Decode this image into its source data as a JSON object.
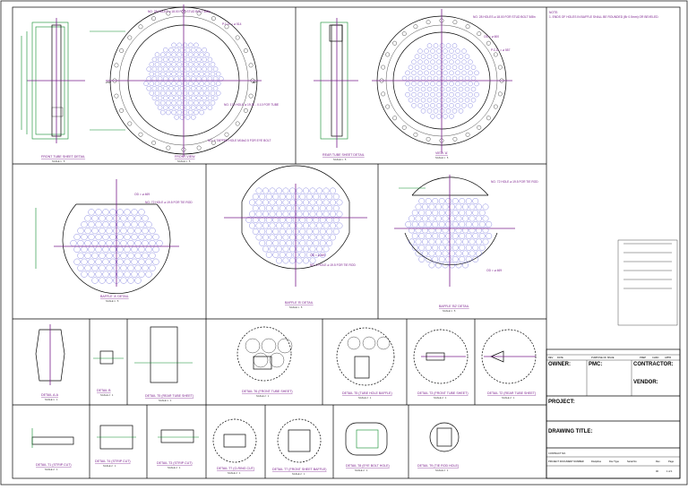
{
  "notes": {
    "title": "NOTE:",
    "line1": "1. ENDS OF HOLES IN BAFFLE SHALL BE ROUNDED (Br 0.5mm) OR BEVELED."
  },
  "views": {
    "front_tubesheet": {
      "caption": "FRONT TUBE SHEET DETAIL",
      "scale": "SCALE 1 : 5"
    },
    "front_view": {
      "caption": "FRONT VIEW",
      "scale": "SCALE 1 : 5"
    },
    "rear_tubesheet": {
      "caption": "REAR TUBE SHEET DETAIL",
      "scale": "SCALE 1 : 5"
    },
    "view_a": {
      "caption": "VIEW 'A'",
      "scale": "SCALE 1 : 5"
    },
    "baffle_a": {
      "caption": "BAFFLE 'A' DETAIL",
      "scale": "SCALE 1 : 5"
    },
    "baffle_b": {
      "caption": "BAFFLE 'B' DETAIL",
      "scale": "SCALE 1 : 5"
    },
    "baffle_c": {
      "caption": "BAFFLE 'B2' DETAIL",
      "scale": "SCALE 1 : 5"
    }
  },
  "annotations": {
    "holes_1": "NO. 28 HOLES ⌀ 18.00 FOR STUD BOLT 5/8in",
    "pcd_1": "P.C.D. = ⌀ 514",
    "tubes_1": "NO. 170 HOLE ⌀ 19.30 - 0.10 FOR TUBE",
    "tapped_1": "NO. 4 TAPPED HOLE M16x2.5 FOR EYE BOLT",
    "holes_2": "NO. 28 HOLES ⌀ 18.00 FOR STUD BOLT 5/8in",
    "od_2": "OD = ⌀ 600",
    "pcd_2": "P.C.D. = ⌀ 557",
    "od_a": "OD = ⌀ 469",
    "holes_a": "NO. 72 HOLE ⌀ 19.5 FOR TIE ROD",
    "od_b": "OD = ⌀ 469",
    "holes_b": "NO. 2 HOLE ⌀ 19.5 FOR TIE ROD",
    "holes_c": "NO. 72 HOLE ⌀ 19.5 FOR TIE ROD",
    "od_c": "OD = ⌀ 469",
    "dim_270": "270°",
    "dim_90": "90°",
    "dim_0": "0°",
    "dim_180": "180°"
  },
  "details": [
    {
      "caption": "DETAIL A-A",
      "scale": "SCALE 1 : 1"
    },
    {
      "caption": "DETAIL B",
      "scale": "SCALE 2 : 1"
    },
    {
      "caption": "DETAIL T5 (REAR TUBE SHEET)",
      "scale": "SCALE 1 : 1"
    },
    {
      "caption": "DETAIL T6 (FRONT TUBE SHEET)",
      "scale": "SCALE 2 : 1"
    },
    {
      "caption": "DETAIL T5 (TUBE HOLE BAFFLE)",
      "scale": "SCALE 2 : 1"
    },
    {
      "caption": "DETAIL T3 (FRONT TUBE SHEET)",
      "scale": "SCALE 2 : 1"
    },
    {
      "caption": "DETAIL T2 (REAR TUBE SHEET)",
      "scale": "SCALE 2 : 1"
    },
    {
      "caption": "DETAIL T1 (STRIP CUT)",
      "scale": "SCALE 2 : 1"
    },
    {
      "caption": "DETAIL T4 (STRIP CUT)",
      "scale": "SCALE 2 : 1"
    },
    {
      "caption": "DETAIL T3 (STRIP CUT)",
      "scale": "SCALE 2 : 1"
    },
    {
      "caption": "DETAIL T7 (O-RING CUT)",
      "scale": "SCALE 2 : 1"
    },
    {
      "caption": "DETAIL T7 (FRONT SHEET BAFFLE)",
      "scale": "SCALE 2 : 1"
    },
    {
      "caption": "DETAIL T8 (EYE BOLT HOLE)",
      "scale": "SCALE 2 : 1"
    },
    {
      "caption": "DETAIL T9 (TIE ROD HOLE)",
      "scale": "SCALE 2 : 1"
    }
  ],
  "title_block": {
    "owner": "OWNER:",
    "pmc": "PMC:",
    "contractor": "CONTRACTOR:",
    "vendor": "VENDOR:",
    "project": "PROJECT:",
    "drawing_title": "DRAWING TITLE:",
    "rev_label": "REV",
    "date_label": "DATE",
    "purpose_label": "PURPOSE OF ISSUE",
    "prep": "PREP",
    "chkd": "CHKD",
    "appr": "APPR",
    "project_doc": "PROJECT DOCUMENT NUMBER",
    "contract_no": "CONTRACT NO.",
    "discipline": "Discipline",
    "doc_type": "Doc Type",
    "serial": "Serial No",
    "rev": "Rev",
    "page": "Page",
    "page_value": "1 of 1",
    "rev_value": "00"
  }
}
